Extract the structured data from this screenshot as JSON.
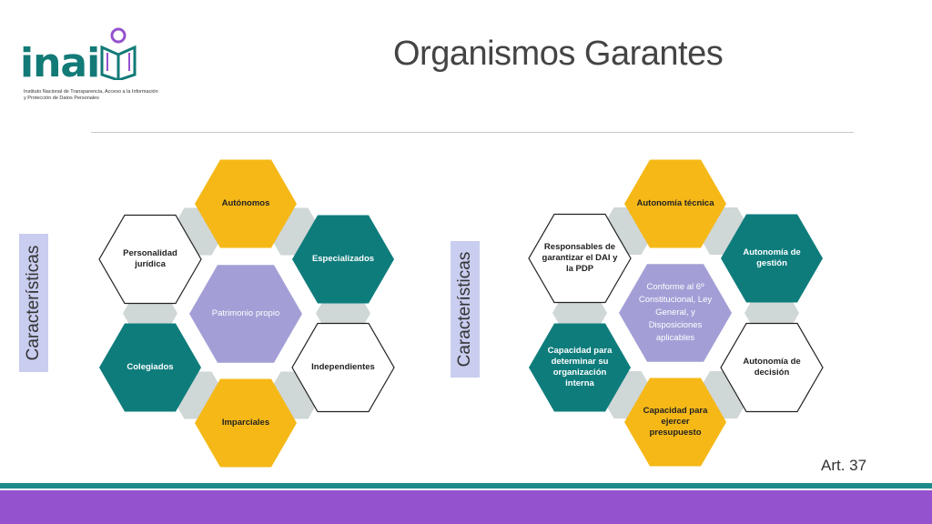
{
  "logo": {
    "word": "inai",
    "subtitle": "Instituto Nacional de Transparencia, Acceso a la Información y Protección de Datos Personales"
  },
  "title": "Organismos Garantes",
  "side_labels": [
    "Características",
    "Características"
  ],
  "diagram_left": {
    "center": "Patrimonio propio",
    "hexagons": [
      "Autónomos",
      "Especializados",
      "Independientes",
      "Imparciales",
      "Colegiados",
      "Personalidad jurídica"
    ]
  },
  "diagram_right": {
    "center": "Conforme al 6º Constitucional, Ley General, y Disposiciones aplicables",
    "hexagons": [
      "Autonomía técnica",
      "Autonomía  de gestión",
      "Autonomía de decisión",
      "Capacidad para ejercer presupuesto",
      "Capacidad para determinar su organización interna",
      "Responsables de garantizar el DAI y la PDP"
    ]
  },
  "footnote": "Art. 37",
  "colors": {
    "yellow": "#f5b817",
    "teal": "#0f7c7c",
    "lavender": "#a39fd6",
    "connector": "#cfd7d7",
    "purple_bar": "#9452ce",
    "teal_bar": "#1c8a8a"
  },
  "icons": {
    "logo_mark": "person-book-icon"
  }
}
